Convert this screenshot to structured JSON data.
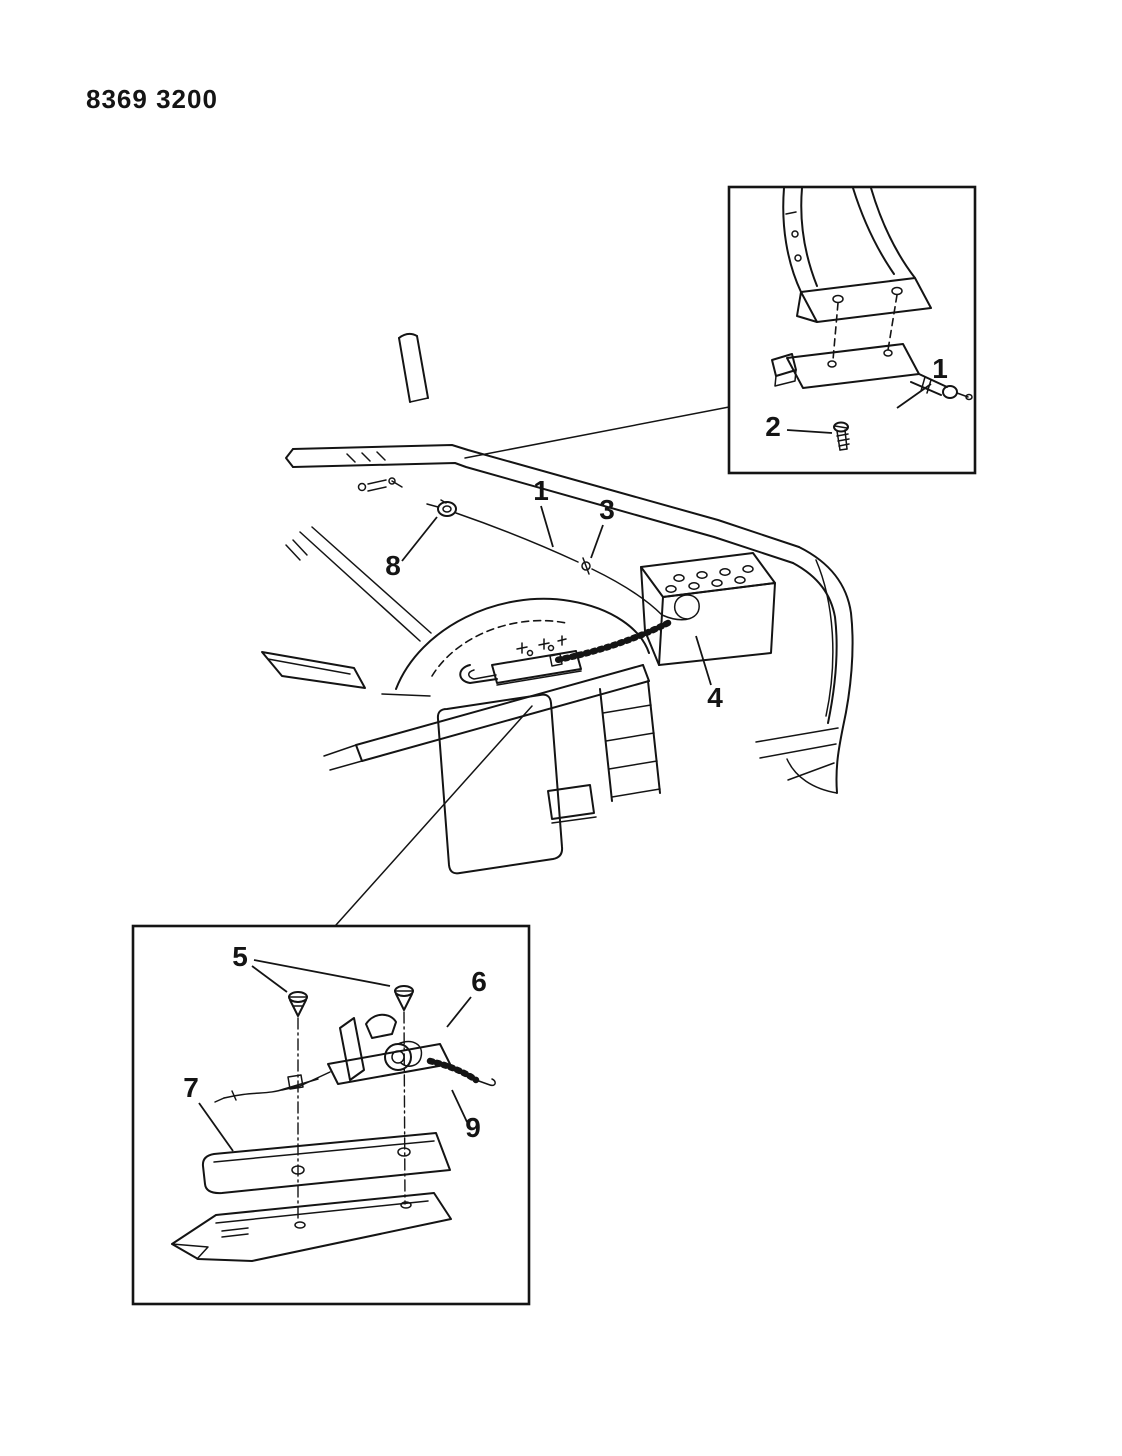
{
  "colors": {
    "ink": "#141414",
    "paper": "#ffffff"
  },
  "doc": {
    "part_code": "8369 3200"
  },
  "callouts": {
    "top_inset": {
      "bracket_assembly": "1",
      "screw": "2"
    },
    "main": {
      "release_cable": "1",
      "clip": "3",
      "cable_rear": "4",
      "grommet": "8"
    },
    "bottom_inset": {
      "push_pins": "5",
      "latch": "6",
      "bracket_plate": "7",
      "spring": "9"
    }
  }
}
